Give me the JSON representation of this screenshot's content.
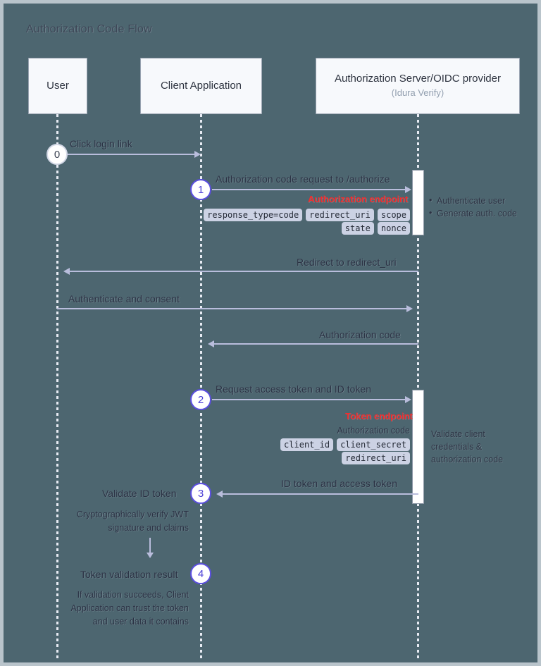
{
  "title": "Authorization Code Flow",
  "participants": [
    {
      "name": "User",
      "subtitle": ""
    },
    {
      "name": "Client Application",
      "subtitle": ""
    },
    {
      "name": "Authorization Server/OIDC provider",
      "subtitle": "(Idura Verify)"
    }
  ],
  "steps": [
    {
      "number": "0",
      "label": "Click login link"
    },
    {
      "number": "1",
      "label": "Authorization code request to /authorize"
    },
    {
      "number": "2",
      "label": "Request access token and ID token"
    },
    {
      "number": "3",
      "label": "Validate ID token"
    },
    {
      "number": "4",
      "label": "Token validation result"
    }
  ],
  "messages": [
    {
      "label": "Click login link"
    },
    {
      "label": "Authorization code request to /authorize"
    },
    {
      "label": "Redirect to redirect_uri"
    },
    {
      "label": "Authenticate and consent"
    },
    {
      "label": "Authorization code"
    },
    {
      "label": "Request access token and ID token"
    },
    {
      "label": "ID token and access token"
    }
  ],
  "endpoints": {
    "authorize": "Authorization endpoint",
    "token": "Token endpoint"
  },
  "params": {
    "authorize_row1": [
      "response_type=code",
      "redirect_uri",
      "scope"
    ],
    "authorize_row2": [
      "state",
      "nonce"
    ],
    "token_note": "Authorization code",
    "token_row1": [
      "client_id",
      "client_secret"
    ],
    "token_row2": [
      "redirect_uri"
    ]
  },
  "server_notes": {
    "authorize": [
      "Authenticate user",
      "Generate auth. code"
    ],
    "token": "Validate client credentials & authorization code"
  },
  "client_notes": {
    "validate": "Cryptographically verify JWT signature and claims",
    "result": "If validation succeeds, Client Application can trust the token and user data it contains"
  },
  "colors": {
    "background": "#4d6670",
    "accent": "#5b4fe0",
    "endpoint": "#f22b2b",
    "lifeline": "#e7ebf3",
    "arrow": "#b9bddc",
    "box": "#f7f9fc"
  }
}
